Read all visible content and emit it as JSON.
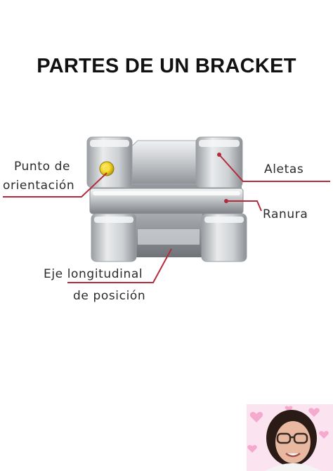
{
  "title": "PARTES DE UN BRACKET",
  "labels": {
    "orientation_line1": "Punto de",
    "orientation_line2": "orientación",
    "wings": "Aletas",
    "slot": "Ranura",
    "axis_line1": "Eje longitudinal",
    "axis_line2": "de posición"
  },
  "colors": {
    "leader_line": "#b42c3c",
    "orientation_dot": "#f2d21b",
    "metal_light": "#e4e6e8",
    "metal_dark": "#8e9296",
    "heart_pink": "#f5a9cf"
  },
  "icons": {
    "bracket": "orthodontic-bracket-illustration",
    "portrait": "author-portrait-photo"
  }
}
